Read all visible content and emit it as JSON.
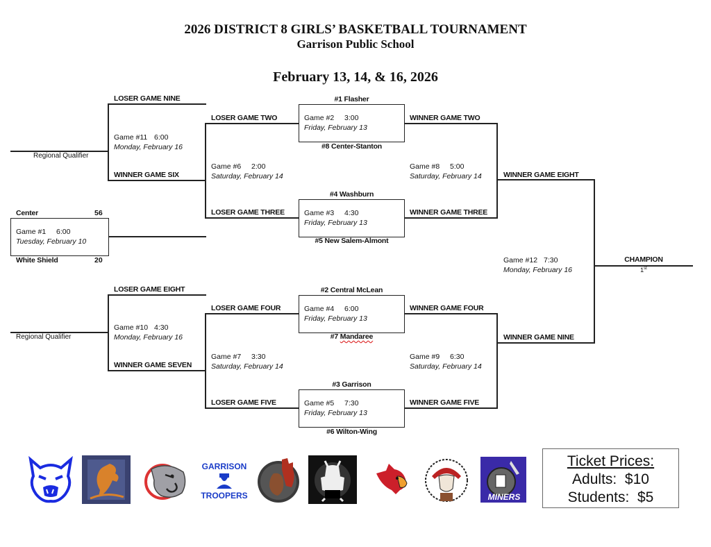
{
  "header": {
    "title": "2026 DISTRICT 8 GIRLS’ BASKETBALL TOURNAMENT",
    "host": "Garrison Public School",
    "dates": "February 13, 14, & 16, 2026"
  },
  "first_round": {
    "game1": {
      "number": "Game #1",
      "time": "6:00",
      "date": "Tuesday, February 10",
      "team_top": "Center",
      "score_top": "56",
      "team_bottom": "White Shield",
      "score_bottom": "20"
    },
    "game2": {
      "number": "Game #2",
      "time": "3:00",
      "date": "Friday, February 13",
      "team_top": "#1 Flasher",
      "team_bottom": "#8 Center-Stanton"
    },
    "game3": {
      "number": "Game #3",
      "time": "4:30",
      "date": "Friday, February 13",
      "team_top": "#4 Washburn",
      "team_bottom": "#5 New Salem-Almont"
    },
    "game4": {
      "number": "Game #4",
      "time": "6:00",
      "date": "Friday, February 13",
      "team_top": "#2 Central McLean",
      "team_bottom_prefix": "#7 ",
      "team_bottom_name": "Mandaree"
    },
    "game5": {
      "number": "Game #5",
      "time": "7:30",
      "date": "Friday, February 13",
      "team_top": "#3 Garrison",
      "team_bottom": "#6 Wilton-Wing"
    }
  },
  "consolation": {
    "game6": {
      "number": "Game #6",
      "time": "2:00",
      "date": "Saturday, February 14",
      "top": "LOSER GAME TWO",
      "bottom": "LOSER GAME THREE"
    },
    "game7": {
      "number": "Game #7",
      "time": "3:30",
      "date": "Saturday, February 14",
      "top": "LOSER GAME FOUR",
      "bottom": "LOSER GAME FIVE"
    },
    "game10": {
      "number": "Game #10",
      "time": "4:30",
      "date": "Monday, February 16",
      "top": "LOSER GAME EIGHT",
      "bottom": "WINNER GAME SEVEN",
      "output": "Regional Qualifier"
    },
    "game11": {
      "number": "Game #11",
      "time": "6:00",
      "date": "Monday, February 16",
      "top": "LOSER GAME NINE",
      "bottom": "WINNER GAME SIX",
      "output": "Regional Qualifier"
    }
  },
  "winners": {
    "game8": {
      "number": "Game #8",
      "time": "5:00",
      "date": "Saturday, February 14",
      "top": "WINNER GAME TWO",
      "bottom": "WINNER GAME THREE",
      "output": "WINNER GAME EIGHT"
    },
    "game9": {
      "number": "Game #9",
      "time": "6:30",
      "date": "Saturday, February 14",
      "top": "WINNER GAME FOUR",
      "bottom": "WINNER GAME FIVE",
      "output": "WINNER GAME NINE"
    },
    "game12": {
      "number": "Game #12",
      "time": "7:30",
      "date": "Monday, February 16"
    },
    "champion": {
      "label": "CHAMPION",
      "place": "1",
      "place_suffix": "st"
    }
  },
  "logos": [
    {
      "name": "wildcat-logo",
      "color": "#1a2be0"
    },
    {
      "name": "central-mclean-cougar-logo",
      "color": "#d9822b"
    },
    {
      "name": "bulldog-logo",
      "color": "#999999"
    },
    {
      "name": "garrison-troopers-logo",
      "color": "#1a3cc8",
      "line1": "GARRISON",
      "line2": "TROOPERS"
    },
    {
      "name": "warrior-head-logo",
      "color": "#444444"
    },
    {
      "name": "ram-mascot-logo",
      "color": "#111111"
    },
    {
      "name": "cardinal-logo",
      "color": "#cc1f2a"
    },
    {
      "name": "chief-headdress-logo",
      "color": "#b22"
    },
    {
      "name": "miners-logo",
      "color": "#3a2aa8",
      "text": "MINERS"
    }
  ],
  "tickets": {
    "heading": "Ticket Prices:",
    "adults": "Adults:  $10",
    "students": "Students:  $5"
  }
}
